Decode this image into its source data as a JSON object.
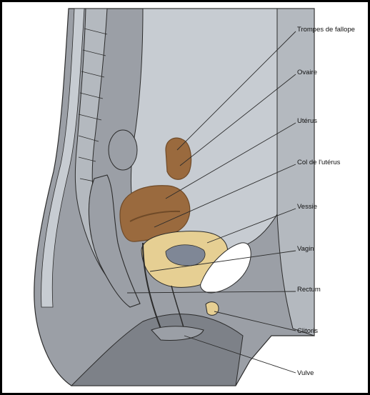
{
  "labels": {
    "trompes": "Trompes de fallope",
    "ovaire": "Ovaire",
    "uterus": "Utérus",
    "col": "Col de l'utérus",
    "vessie": "Vessie",
    "vagin": "Vagin",
    "rectum": "Rectum",
    "clitoris": "Clitoris",
    "vulve": "Vulve"
  },
  "colors": {
    "body": "#9b9fa6",
    "body_dark": "#7d8188",
    "inner": "#c7ccd2",
    "spine": "#b4b9bf",
    "uterus": "#9a6a3e",
    "uterus_dark": "#6f4a28",
    "bladder": "#e6cf93",
    "bladder_inner": "#7f8796",
    "bone": "#ffffff",
    "line": "#2b2b2b"
  }
}
